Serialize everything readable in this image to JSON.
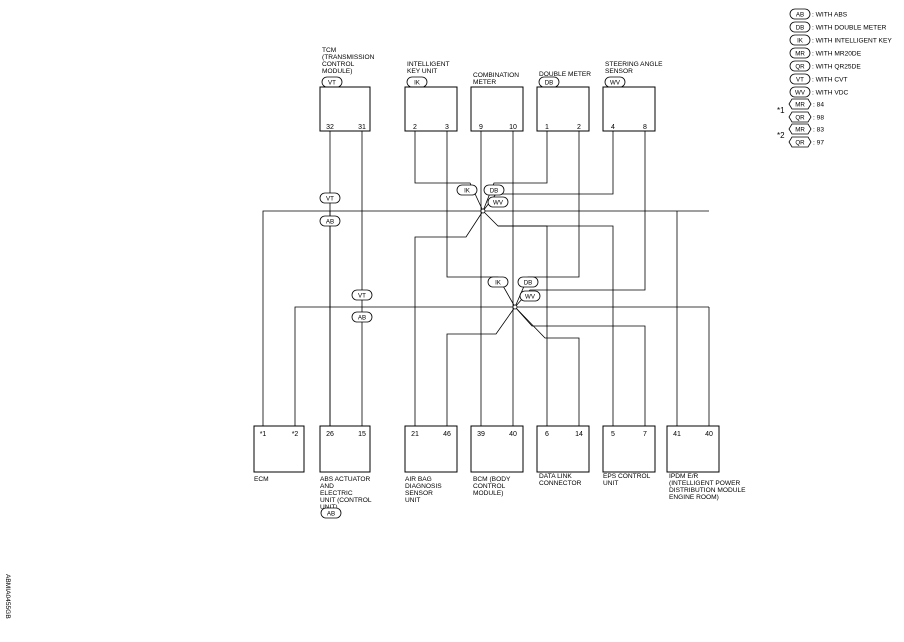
{
  "modules": {
    "tcm": {
      "label": [
        "TCM",
        "(TRANSMISSION",
        "CONTROL",
        "MODULE)"
      ],
      "code": "VT",
      "pins": [
        "32",
        "31"
      ]
    },
    "iku": {
      "label": [
        "INTELLIGENT",
        "KEY UNIT"
      ],
      "code": "IK",
      "pins": [
        "2",
        "3"
      ]
    },
    "combination_meter": {
      "label": [
        "COMBINATION",
        "METER"
      ],
      "pins": [
        "9",
        "10"
      ]
    },
    "double_meter": {
      "label": [
        "DOUBLE METER"
      ],
      "code": "DB",
      "pins": [
        "1",
        "2"
      ]
    },
    "steering": {
      "label": [
        "STEERING ANGLE",
        "SENSOR"
      ],
      "code": "WV",
      "pins": [
        "4",
        "8"
      ]
    },
    "ecm": {
      "label": [
        "ECM"
      ],
      "pins": [
        "*1",
        "*2"
      ]
    },
    "abs": {
      "label": [
        "ABS ACTUATOR",
        "AND",
        "ELECTRIC",
        "UNIT (CONTROL",
        "UNIT)"
      ],
      "code": "AB",
      "pins": [
        "26",
        "15"
      ]
    },
    "airbag": {
      "label": [
        "AIR BAG",
        "DIAGNOSIS",
        "SENSOR",
        "UNIT"
      ],
      "pins": [
        "21",
        "46"
      ]
    },
    "bcm": {
      "label": [
        "BCM (BODY",
        "CONTROL",
        "MODULE)"
      ],
      "pins": [
        "39",
        "40"
      ]
    },
    "dlc": {
      "label": [
        "DATA LINK",
        "CONNECTOR"
      ],
      "pins": [
        "6",
        "14"
      ]
    },
    "eps": {
      "label": [
        "EPS CONTROL",
        "UNIT"
      ],
      "pins": [
        "5",
        "7"
      ]
    },
    "ipdm": {
      "label": [
        "IPDM E/R",
        "(INTELLIGENT POWER",
        "DISTRIBUTION MODULE",
        "ENGINE ROOM)"
      ],
      "pins": [
        "41",
        "40"
      ]
    }
  },
  "wire_tags": {
    "vt_upper": "VT",
    "ab_upper": "AB",
    "vt_lower": "VT",
    "ab_lower": "AB",
    "ik_upper": "IK",
    "db_upper": "DB",
    "wv_upper": "WV",
    "ik_lower": "IK",
    "db_lower": "DB",
    "wv_lower": "WV"
  },
  "legend": {
    "items": [
      {
        "code": "AB",
        "text": ": WITH ABS"
      },
      {
        "code": "DB",
        "text": ": WITH DOUBLE METER"
      },
      {
        "code": "IK",
        "text": ": WITH INTELLIGENT KEY"
      },
      {
        "code": "MR",
        "text": ": WITH MR20DE"
      },
      {
        "code": "QR",
        "text": ": WITH QR25DE"
      },
      {
        "code": "VT",
        "text": ": WITH CVT"
      },
      {
        "code": "WV",
        "text": ": WITH VDC"
      }
    ],
    "star1": {
      "mark": "*1",
      "mr_code": "MR",
      "mr_val": ": 84",
      "qr_code": "QR",
      "qr_val": ": 98"
    },
    "star2": {
      "mark": "*2",
      "mr_code": "MR",
      "mr_val": ": 83",
      "qr_code": "QR",
      "qr_val": ": 97"
    }
  },
  "reference_id": "ABMIA0455GB"
}
